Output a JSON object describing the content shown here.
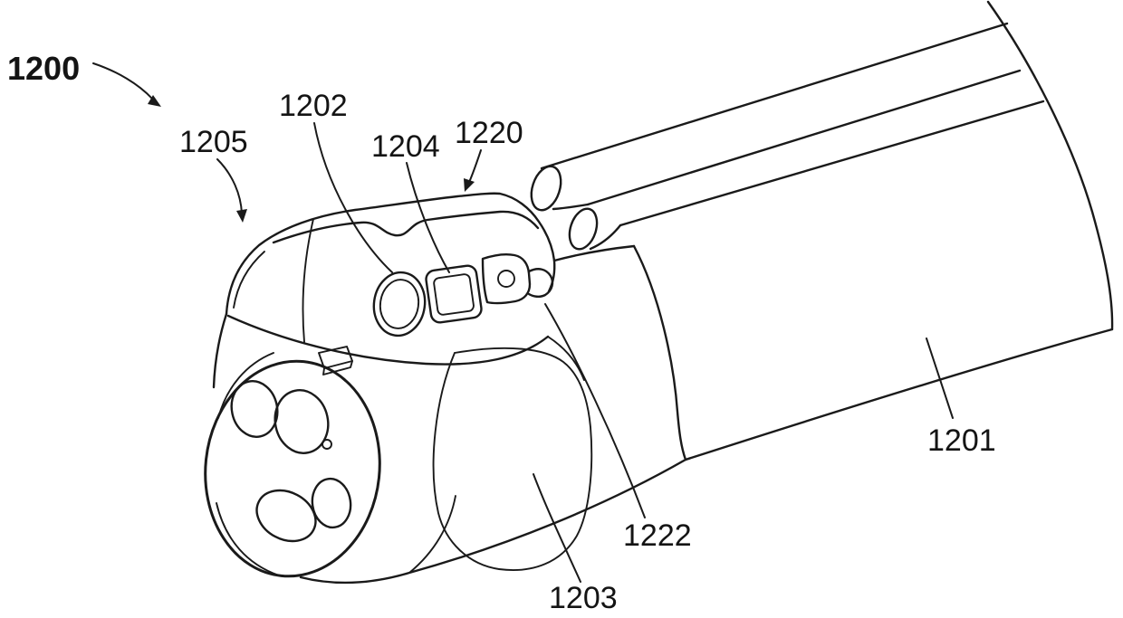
{
  "figure": {
    "background_color": "#ffffff",
    "line_color": "#1a1a1a",
    "labels": {
      "l1200": "1200",
      "l1201": "1201",
      "l1202": "1202",
      "l1203": "1203",
      "l1204": "1204",
      "l1205": "1205",
      "l1220": "1220",
      "l1222": "1222"
    }
  }
}
